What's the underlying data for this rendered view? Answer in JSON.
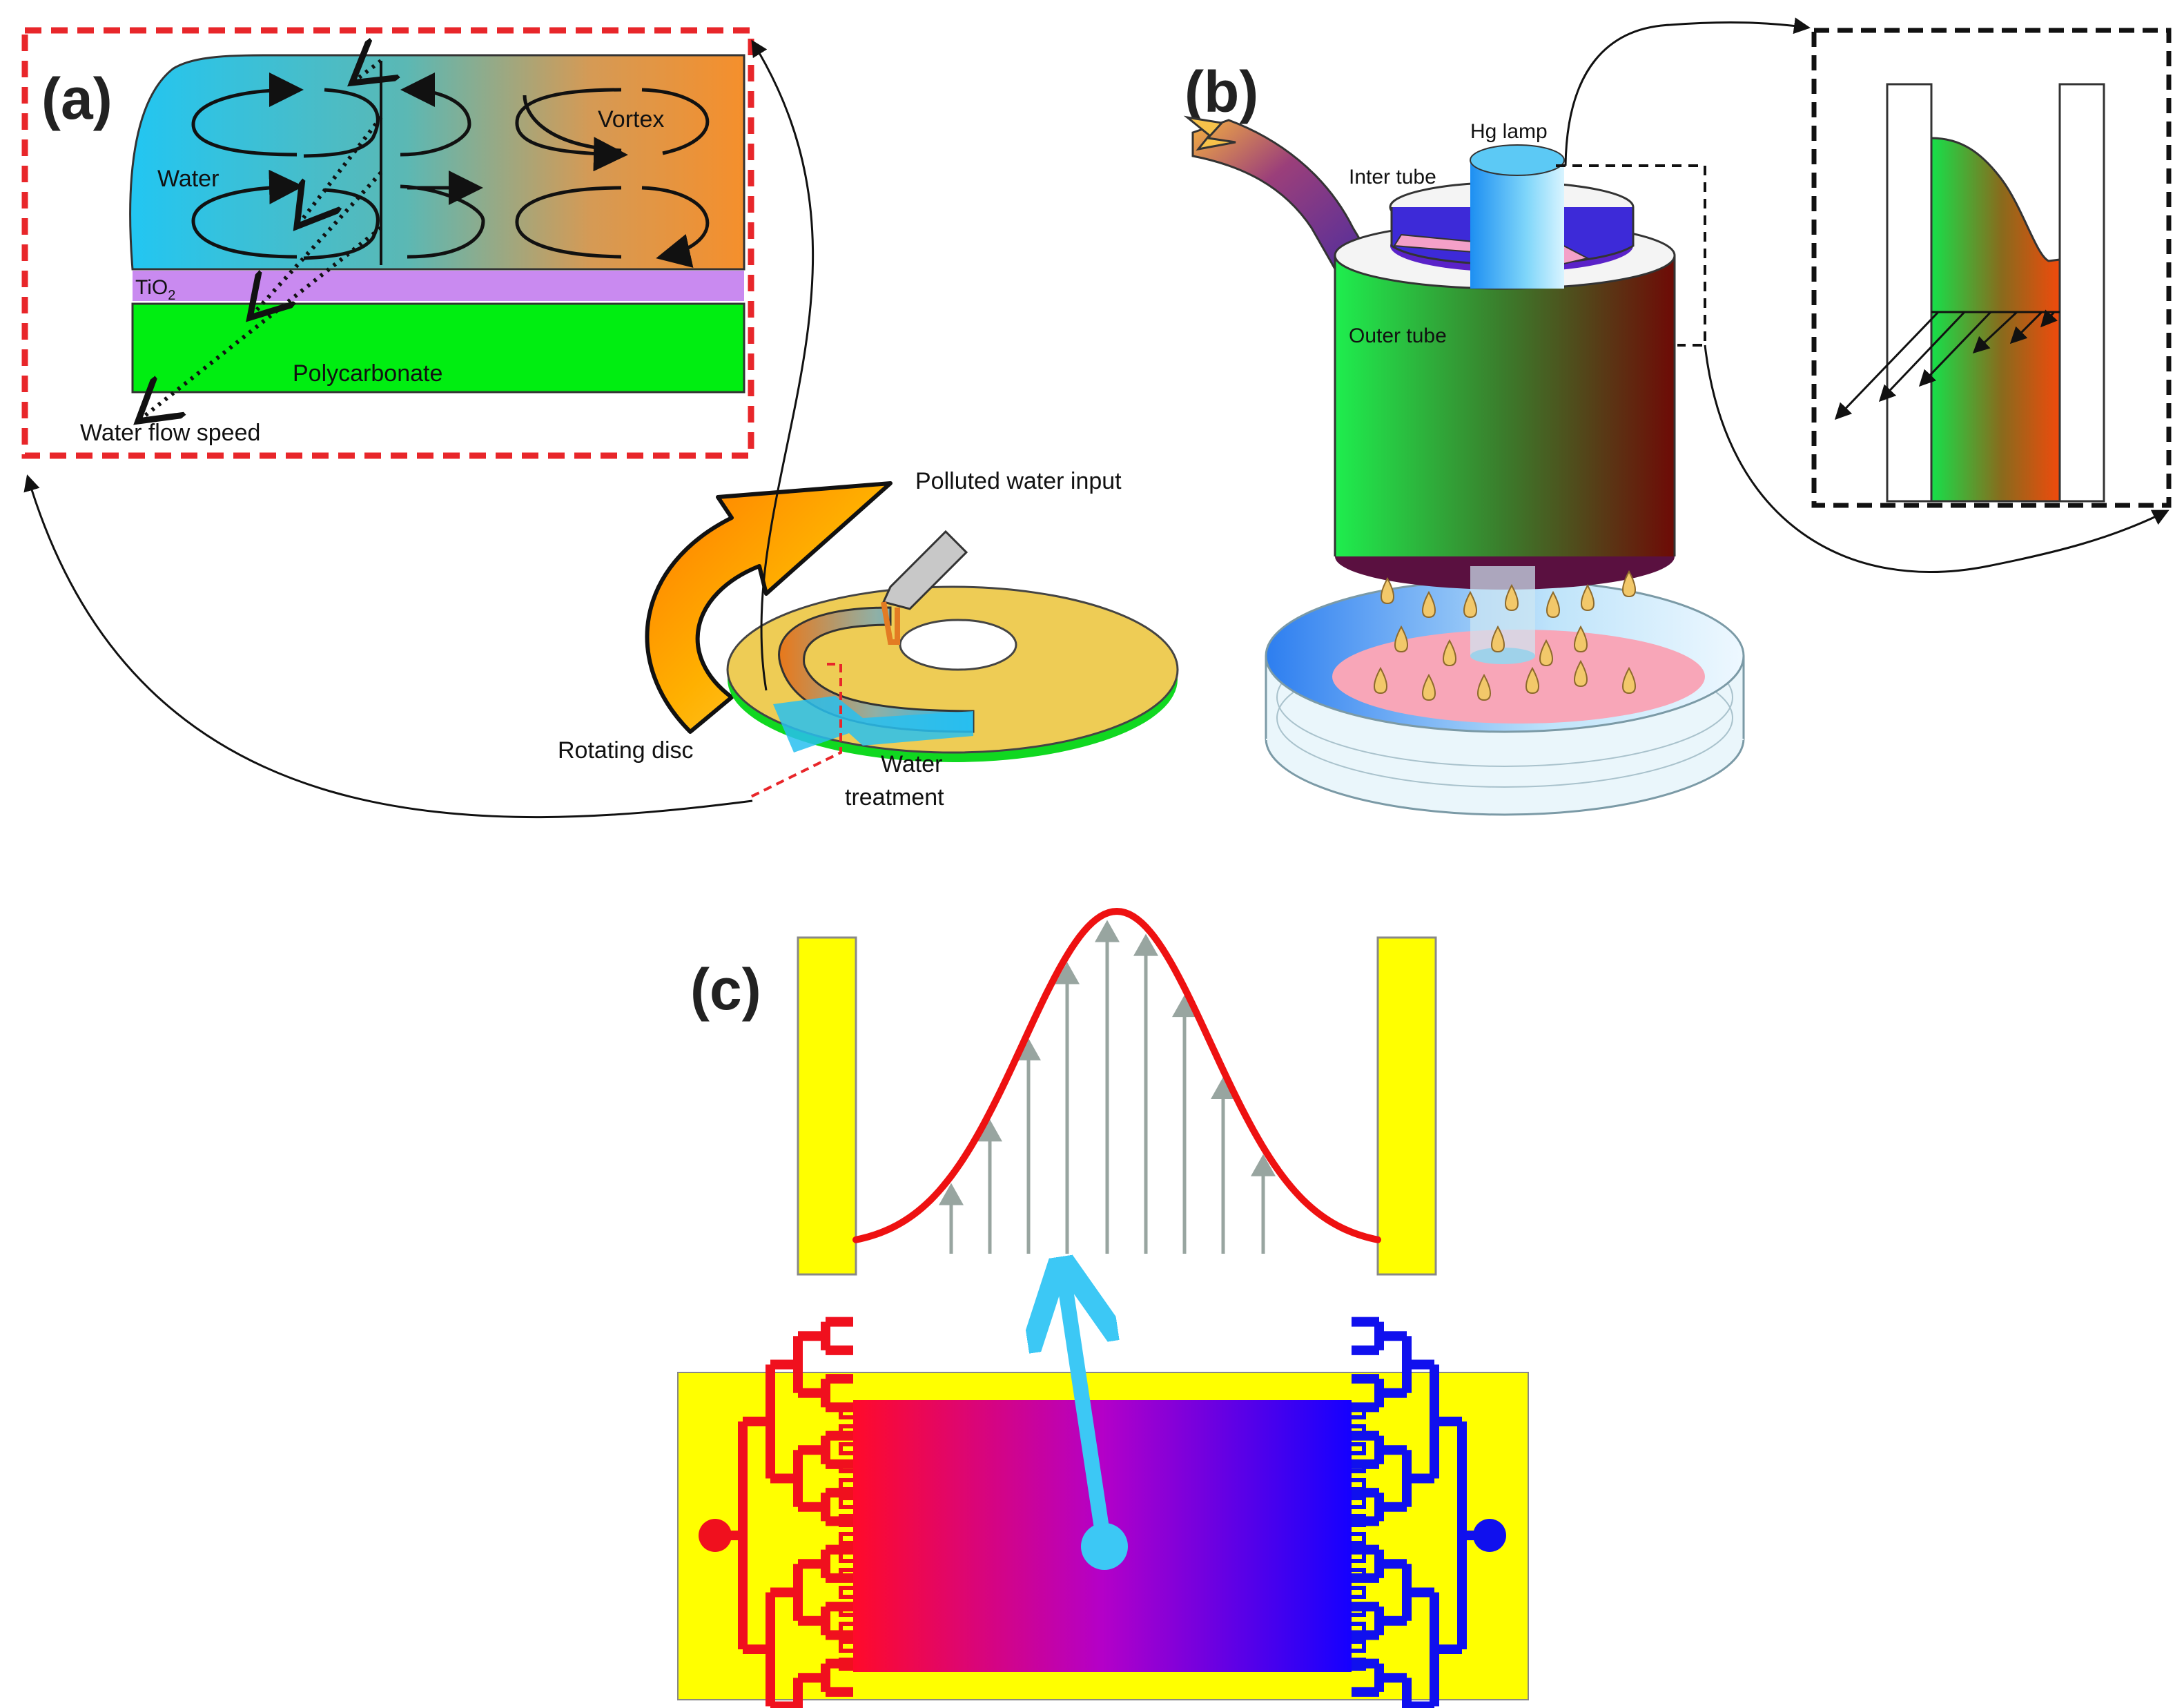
{
  "panels": {
    "a": {
      "label": "(a)",
      "water": "Water",
      "vortex": "Vortex",
      "tio2": "TiO",
      "tio2_subscript": "2",
      "polycarbonate": "Polycarbonate",
      "flow_speed": "Water flow speed",
      "polluted_input": "Polluted water input",
      "rotating_disc": "Rotating disc",
      "water_treatment_line1": "Water",
      "water_treatment_line2": "treatment"
    },
    "b": {
      "label": "(b)",
      "hg_lamp": "Hg lamp",
      "inter_tube": "Inter tube",
      "outer_tube": "Outer tube"
    },
    "c": {
      "label": "(c)"
    }
  },
  "colors": {
    "inset_border": "#e8262a",
    "tio2": "#c98af0",
    "polycarbonate": "#00ee11",
    "water": "#2ec7f0",
    "vortex": "#f39034",
    "outer_tube_left": "#1ee84a",
    "outer_tube_right": "#6a0d08",
    "chip_bg": "#ffff00",
    "inlet": "#f0101e",
    "outlet": "#1010ee",
    "pointer": "#3cc8f5",
    "profile": "#ee1111",
    "velocity_arrow": "#98a5a0"
  }
}
